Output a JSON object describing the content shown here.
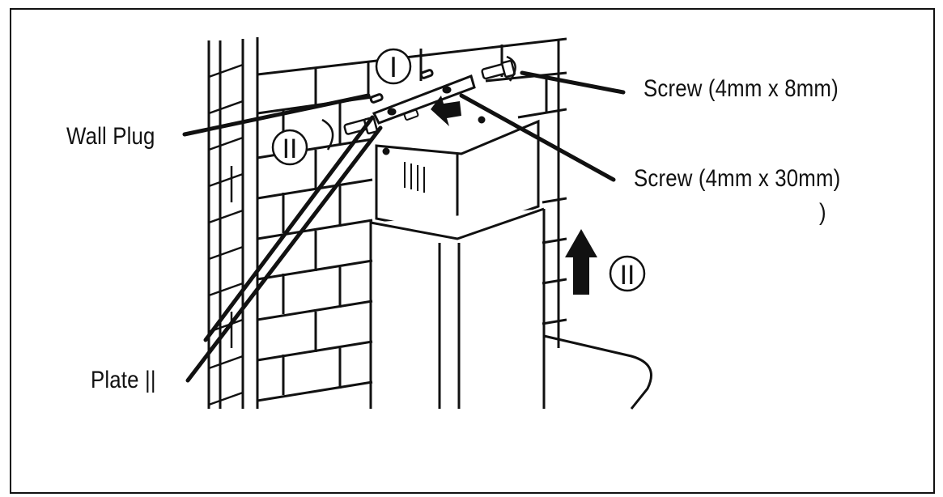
{
  "diagram": {
    "labels": {
      "wall_plug": "Wall Plug",
      "screw_small": "Screw (4mm x 8mm)",
      "screw_long": "Screw (4mm x 30mm)",
      "stray_paren": ")",
      "plate": "Plate ||"
    },
    "steps": {
      "step1": "I",
      "step2_left": "II",
      "step2_right": "II"
    }
  }
}
